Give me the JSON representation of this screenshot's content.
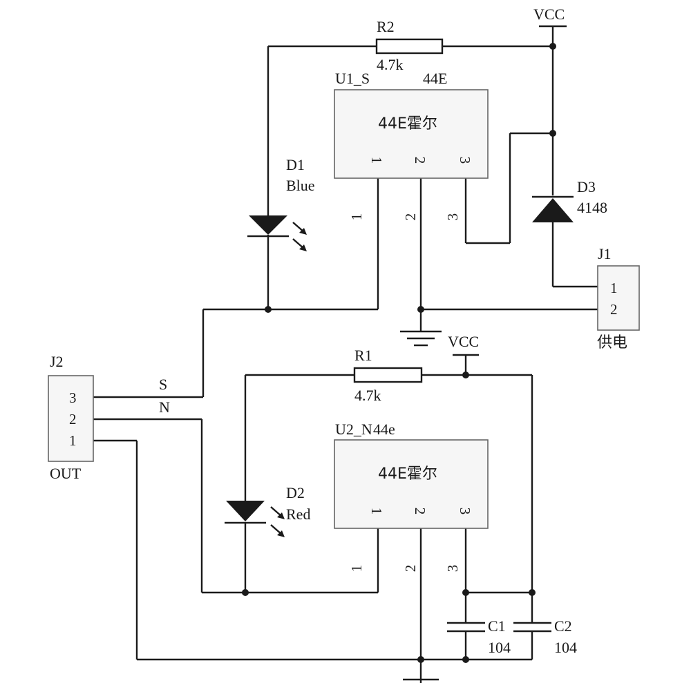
{
  "power": {
    "vcc_top": "VCC",
    "vcc_mid": "VCC"
  },
  "r2": {
    "ref": "R2",
    "value": "4.7k"
  },
  "r1": {
    "ref": "R1",
    "value": "4.7k"
  },
  "u1": {
    "ref": "U1_S",
    "value": "44E",
    "body": "44E霍尔",
    "pins_inner": [
      "1",
      "2",
      "3"
    ],
    "pins_outer": [
      "1",
      "2",
      "3"
    ]
  },
  "u2": {
    "ref": "U2_N",
    "value": "44e",
    "body": "44E霍尔",
    "pins_inner": [
      "1",
      "2",
      "3"
    ],
    "pins_outer": [
      "1",
      "2",
      "3"
    ]
  },
  "d1": {
    "ref": "D1",
    "value": "Blue"
  },
  "d2": {
    "ref": "D2",
    "value": "Red"
  },
  "d3": {
    "ref": "D3",
    "value": "4148"
  },
  "j1": {
    "ref": "J1",
    "pins": [
      "1",
      "2"
    ],
    "label": "供电"
  },
  "j2": {
    "ref": "J2",
    "pins": [
      "3",
      "2",
      "1"
    ],
    "label": "OUT"
  },
  "nets": {
    "s": "S",
    "n": "N"
  },
  "c1": {
    "ref": "C1",
    "value": "104"
  },
  "c2": {
    "ref": "C2",
    "value": "104"
  }
}
